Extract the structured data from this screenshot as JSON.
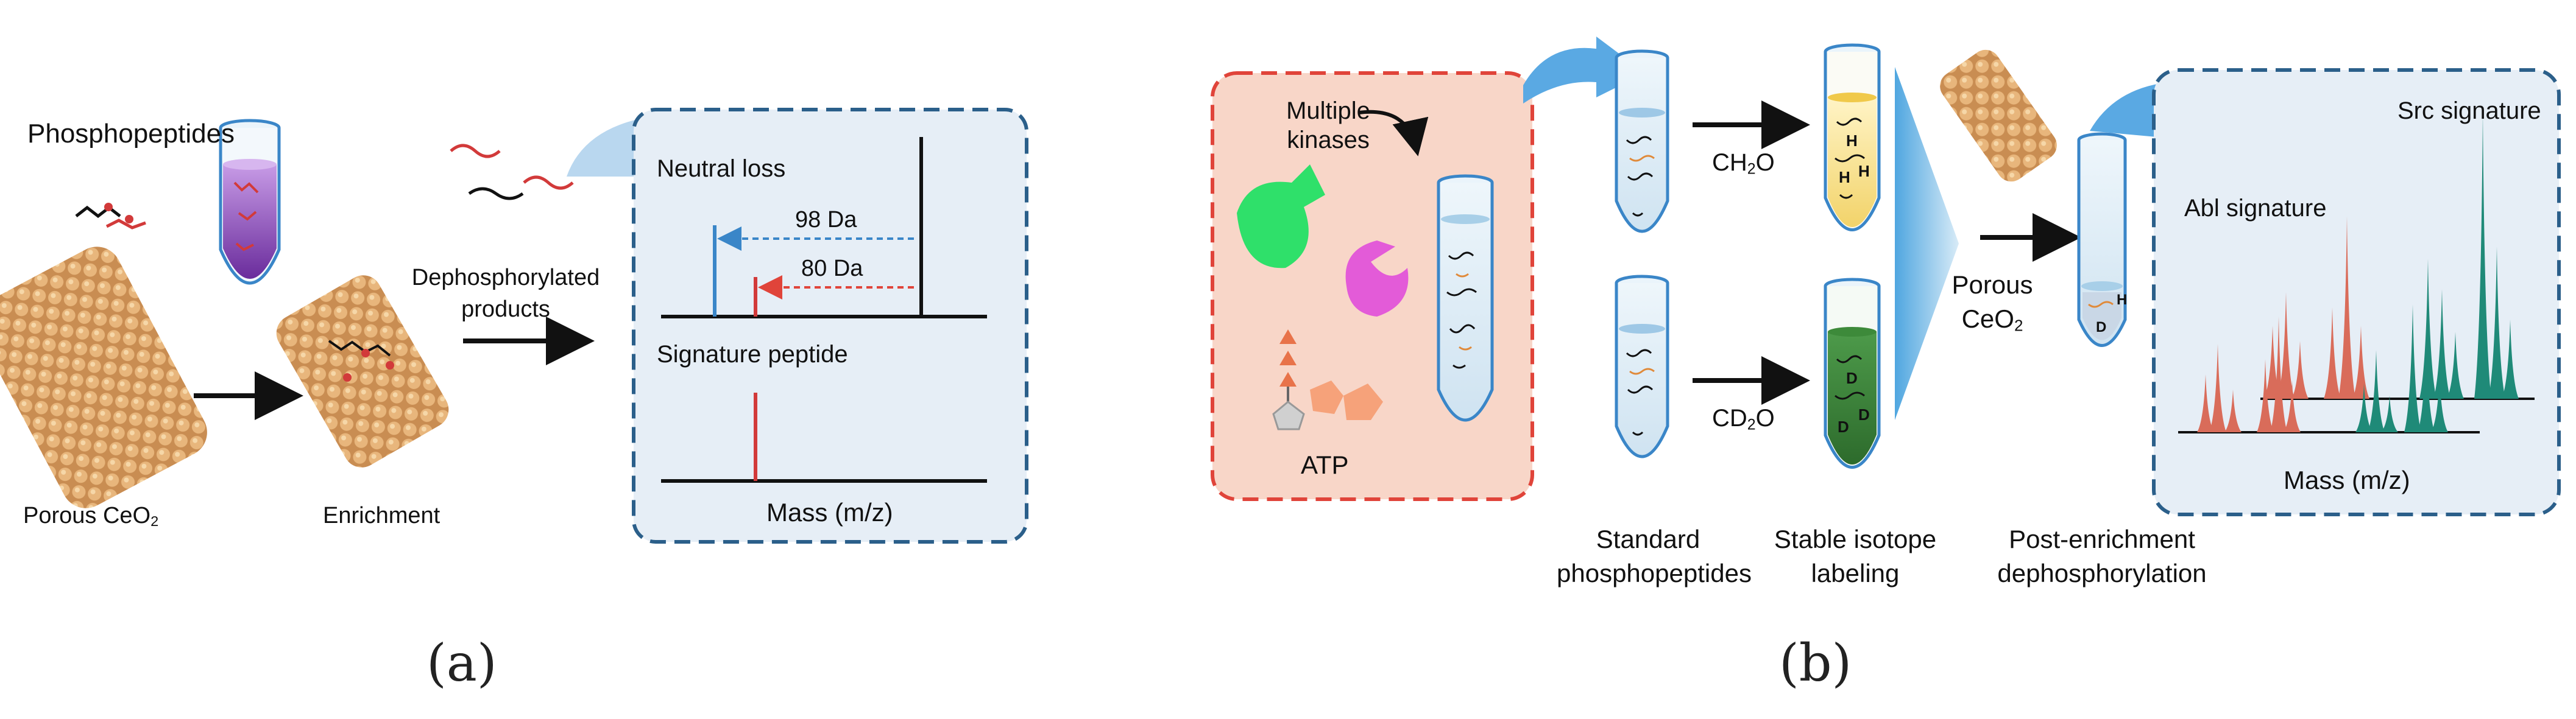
{
  "panel_a": {
    "phosphopeptides": "Phosphopeptides",
    "porous_ceo2": "Porous CeO",
    "porous_ceo2_sub": "2",
    "enrichment": "Enrichment",
    "dephos_line1": "Dephosphorylated",
    "dephos_line2": "products",
    "neutral_loss": "Neutral loss",
    "da98": "98 Da",
    "da80": "80 Da",
    "signature_peptide": "Signature peptide",
    "mass": "Mass (m/z)",
    "caption": "(a)"
  },
  "panel_b": {
    "multiple": "Multiple",
    "kinases": "kinases",
    "atp": "ATP",
    "ch2o_a": "CH",
    "ch2o_sub": "2",
    "ch2o_b": "O",
    "cd2o_a": "CD",
    "cd2o_sub": "2",
    "cd2o_b": "O",
    "standard_line1": "Standard",
    "standard_line2": "phosphopeptides",
    "stable_line1": "Stable isotope",
    "stable_line2": "labeling",
    "porous": "Porous",
    "ceo2_a": "CeO",
    "ceo2_sub": "2",
    "post_line1": "Post-enrichment",
    "post_line2": "dephosphorylation",
    "src_signature": "Src signature",
    "abl_signature": "Abl signature",
    "mass": "Mass (m/z)",
    "caption": "(b)"
  },
  "colors": {
    "dashed_blue": "#2b5f8a",
    "dashed_red": "#e0443a",
    "panel_blue_bg": "#e6eef6",
    "panel_salmon_bg": "#f8d6c8",
    "nanorod": "#d9a66b",
    "abl_peaks": "#d96c5a",
    "src_peaks": "#1f8a78"
  }
}
